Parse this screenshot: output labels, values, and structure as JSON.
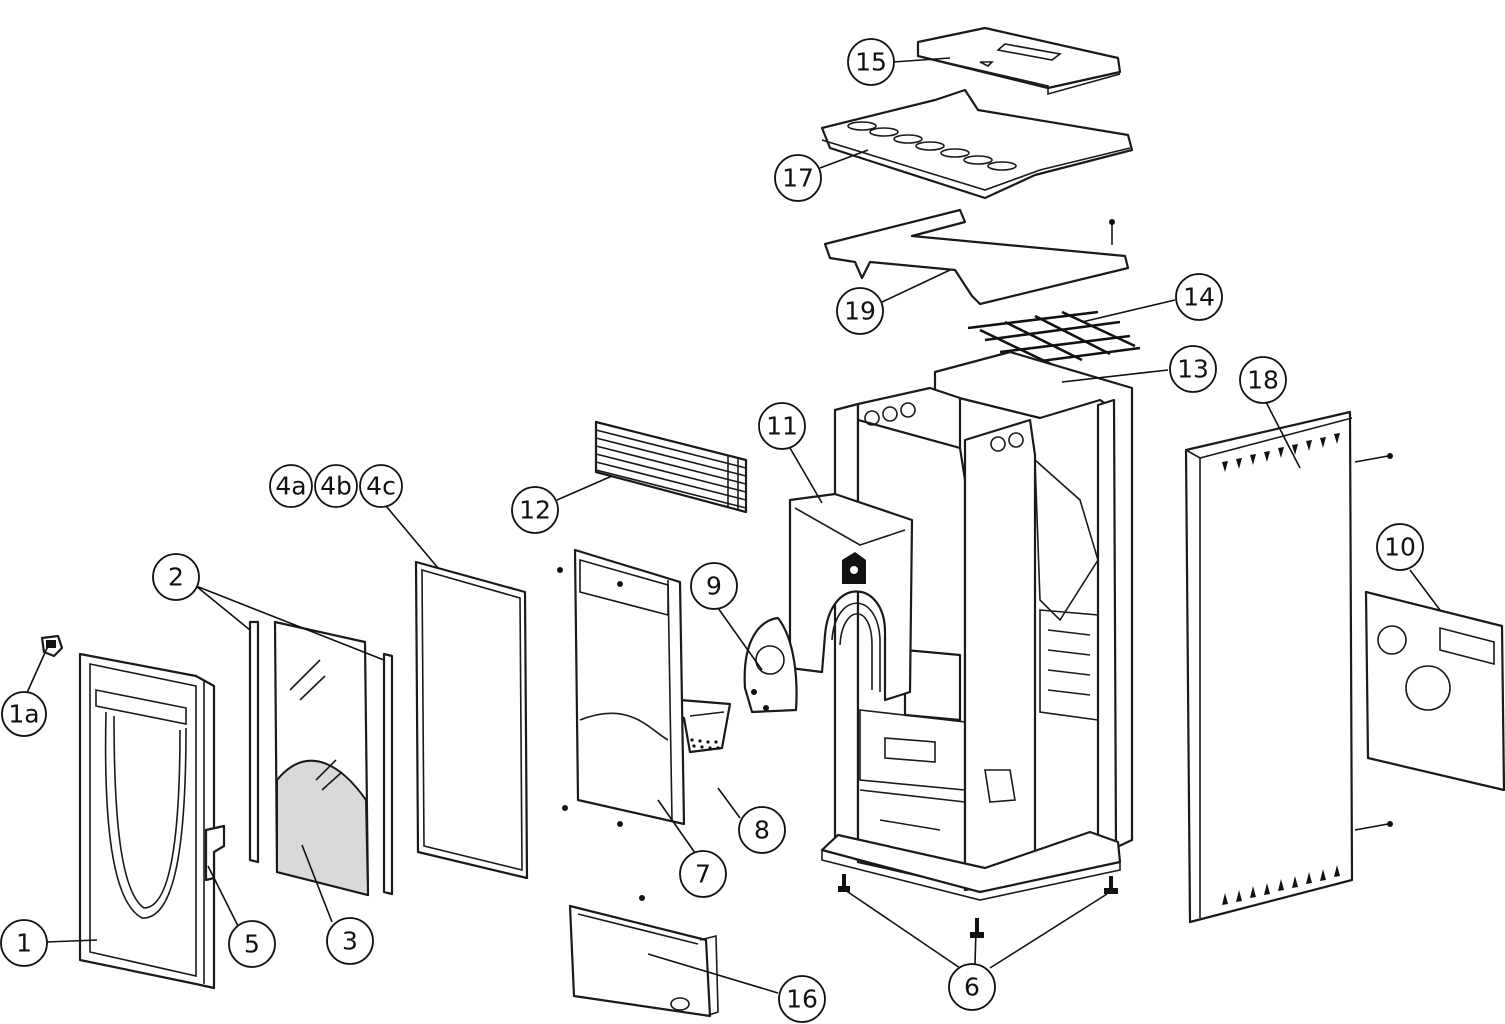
{
  "diagram": {
    "callouts": [
      {
        "id": "c1",
        "label": "1"
      },
      {
        "id": "c1a",
        "label": "1a"
      },
      {
        "id": "c2",
        "label": "2"
      },
      {
        "id": "c3",
        "label": "3"
      },
      {
        "id": "c4a",
        "label": "4a"
      },
      {
        "id": "c4b",
        "label": "4b"
      },
      {
        "id": "c4c",
        "label": "4c"
      },
      {
        "id": "c5",
        "label": "5"
      },
      {
        "id": "c6",
        "label": "6"
      },
      {
        "id": "c7",
        "label": "7"
      },
      {
        "id": "c8",
        "label": "8"
      },
      {
        "id": "c9",
        "label": "9"
      },
      {
        "id": "c10",
        "label": "10"
      },
      {
        "id": "c11",
        "label": "11"
      },
      {
        "id": "c12",
        "label": "12"
      },
      {
        "id": "c13",
        "label": "13"
      },
      {
        "id": "c14",
        "label": "14"
      },
      {
        "id": "c15",
        "label": "15"
      },
      {
        "id": "c16",
        "label": "16"
      },
      {
        "id": "c17",
        "label": "17"
      },
      {
        "id": "c18",
        "label": "18"
      },
      {
        "id": "c19",
        "label": "19"
      }
    ],
    "colors": {
      "line": "#1a1a1a",
      "fill": "#ffffff",
      "shade": "#d9d9d9"
    }
  }
}
